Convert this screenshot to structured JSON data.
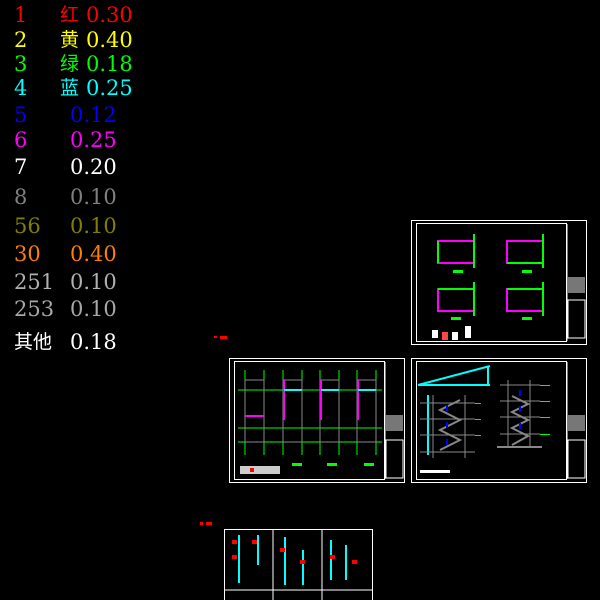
{
  "legend": [
    {
      "index": "1",
      "name": "红",
      "width": "0.30",
      "color": "#ff0000"
    },
    {
      "index": "2",
      "name": "黄",
      "width": "0.40",
      "color": "#ffff00"
    },
    {
      "index": "3",
      "name": "绿",
      "width": "0.18",
      "color": "#00ff00"
    },
    {
      "index": "4",
      "name": "蓝",
      "width": "0.25",
      "color": "#00ffff"
    },
    {
      "index": "5",
      "name": "",
      "width": "0.12",
      "color": "#0000ff"
    },
    {
      "index": "6",
      "name": "",
      "width": "0.25",
      "color": "#ff00ff"
    },
    {
      "index": "7",
      "name": "",
      "width": "0.20",
      "color": "#ffffff"
    },
    {
      "index": "8",
      "name": "",
      "width": "0.10",
      "color": "#808080"
    },
    {
      "index": "56",
      "name": "",
      "width": "0.10",
      "color": "#808000"
    },
    {
      "index": "30",
      "name": "",
      "width": "0.40",
      "color": "#ff7f00"
    },
    {
      "index": "251",
      "name": "",
      "width": "0.10",
      "color": "#b0b0b0"
    },
    {
      "index": "253",
      "name": "",
      "width": "0.10",
      "color": "#a8a8a8"
    },
    {
      "index": "其他",
      "name": "",
      "width": "0.18",
      "color": "#ffffff"
    }
  ]
}
